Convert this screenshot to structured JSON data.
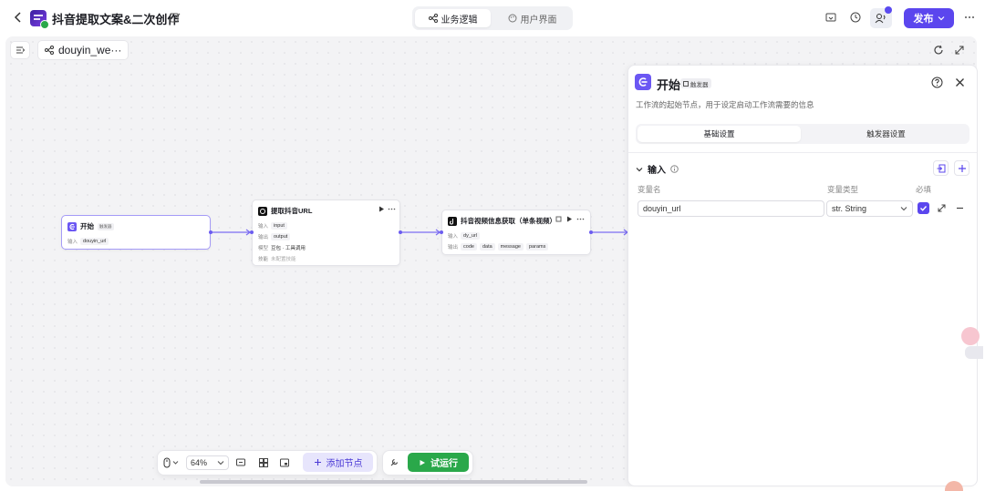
{
  "header": {
    "title": "抖音提取文案&二次创作",
    "tabs": [
      "业务逻辑",
      "用户界面"
    ],
    "publish_label": "发布"
  },
  "canvas": {
    "workflow_name": "douyin_we···"
  },
  "nodes": {
    "start": {
      "title": "开始",
      "tag": "触发器",
      "input_label": "输入",
      "input_var": "douyin_url"
    },
    "extract_url": {
      "title": "提取抖音URL",
      "input_label": "输入",
      "input_var": "input",
      "output_label": "输出",
      "output_var": "output",
      "model_label": "模型",
      "model_value": "豆包 · 工具调用",
      "skill_label": "技能",
      "skill_value": "未配置技能"
    },
    "video_info": {
      "title": "抖音视频信息获取（单条视频）",
      "input_label": "输入",
      "input_var": "dy_url",
      "output_label": "输出",
      "outputs": [
        "code",
        "data",
        "message",
        "params"
      ]
    }
  },
  "panel": {
    "title": "开始",
    "badge": "触发器",
    "description": "工作流的起始节点，用于设定启动工作流需要的信息",
    "tabs": [
      "基础设置",
      "触发器设置"
    ],
    "section_title": "输入",
    "col_name": "变量名",
    "col_type": "变量类型",
    "col_required": "必填",
    "var_name": "douyin_url",
    "var_type": "str. String"
  },
  "toolbar": {
    "zoom": "64%",
    "add_node_label": "添加节点",
    "run_label": "试运行"
  },
  "colors": {
    "accent": "#5b46ee",
    "run": "#2aa84a"
  }
}
